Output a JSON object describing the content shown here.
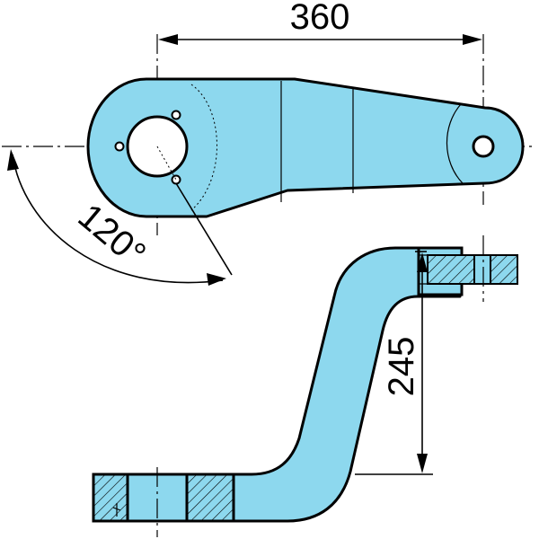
{
  "dimensions": {
    "length": "360",
    "height": "245",
    "angle": "120°"
  },
  "colors": {
    "part_fill": "#8dd8ee",
    "line": "#000000",
    "background": "#ffffff"
  }
}
